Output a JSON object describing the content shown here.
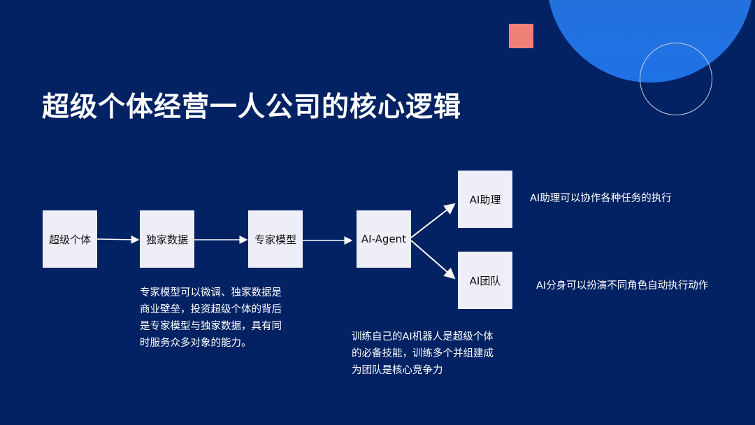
{
  "title": "超级个体经营一人公司的核心逻辑",
  "nodes": {
    "super": "超级个体",
    "data": "独家数据",
    "model": "专家模型",
    "agent": "AI-Agent",
    "assistant": "AI助理",
    "team": "AI团队"
  },
  "notes": {
    "assistant": "AI助理可以协作各种任务的执行",
    "team": "AI分身可以扮演不同角色自动执行动作",
    "model_lines": [
      "专家模型可以微调、独家数据是",
      "商业壁垒，投资超级个体的背后",
      "是专家模型与独家数据，具有同",
      "时服务众多对象的能力。"
    ],
    "agent_lines": [
      "训练自己的AI机器人是超级个体",
      "的必备技能，训练多个并组建成",
      "为团队是核心竞争力"
    ]
  },
  "colors": {
    "background": "#022263",
    "accent": "#ee8177",
    "circle": "#1f72e6"
  }
}
